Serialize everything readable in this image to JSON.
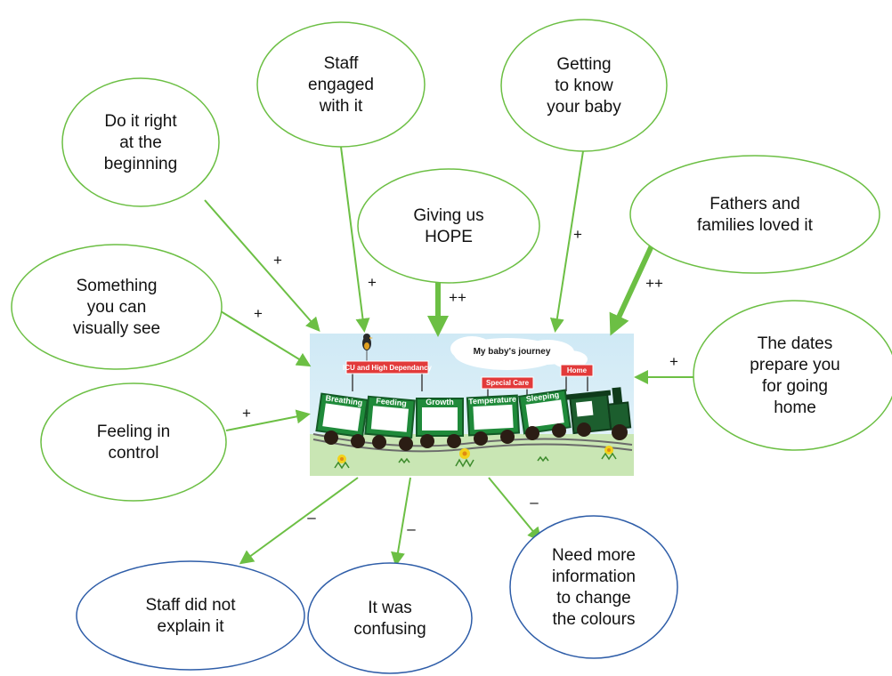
{
  "colors": {
    "positive": "#6cbf44",
    "negative": "#2e5da8"
  },
  "center_image": {
    "title": "My baby's journey",
    "signs": [
      "ICU and High Dependancy",
      "Special Care",
      "Home"
    ],
    "carriage_labels": [
      "Breathing",
      "Feeding",
      "Growth",
      "Temperature",
      "Sleeping"
    ]
  },
  "positive_factors": [
    {
      "id": "staff-engaged",
      "lines": [
        "Staff",
        "engaged",
        "with it"
      ],
      "sign": "+"
    },
    {
      "id": "getting-to-know",
      "lines": [
        "Getting",
        "to know",
        "your baby"
      ],
      "sign": "+"
    },
    {
      "id": "do-it-right",
      "lines": [
        "Do it right",
        "at the",
        "beginning"
      ],
      "sign": "+"
    },
    {
      "id": "giving-hope",
      "lines": [
        "Giving us",
        "HOPE"
      ],
      "sign": "++"
    },
    {
      "id": "fathers-families",
      "lines": [
        "Fathers and",
        "families loved it"
      ],
      "sign": "++"
    },
    {
      "id": "visually-see",
      "lines": [
        "Something",
        "you can",
        "visually see"
      ],
      "sign": "+"
    },
    {
      "id": "dates-prepare",
      "lines": [
        "The dates",
        "prepare you",
        "for going",
        "home"
      ],
      "sign": "+"
    },
    {
      "id": "feeling-control",
      "lines": [
        "Feeling in",
        "control"
      ],
      "sign": "+"
    }
  ],
  "negative_factors": [
    {
      "id": "staff-not-explain",
      "lines": [
        "Staff did not",
        "explain it"
      ],
      "sign": "–"
    },
    {
      "id": "confusing",
      "lines": [
        "It was",
        "confusing"
      ],
      "sign": "–"
    },
    {
      "id": "need-info",
      "lines": [
        "Need more",
        "information",
        "to change",
        "the colours"
      ],
      "sign": "–"
    }
  ]
}
